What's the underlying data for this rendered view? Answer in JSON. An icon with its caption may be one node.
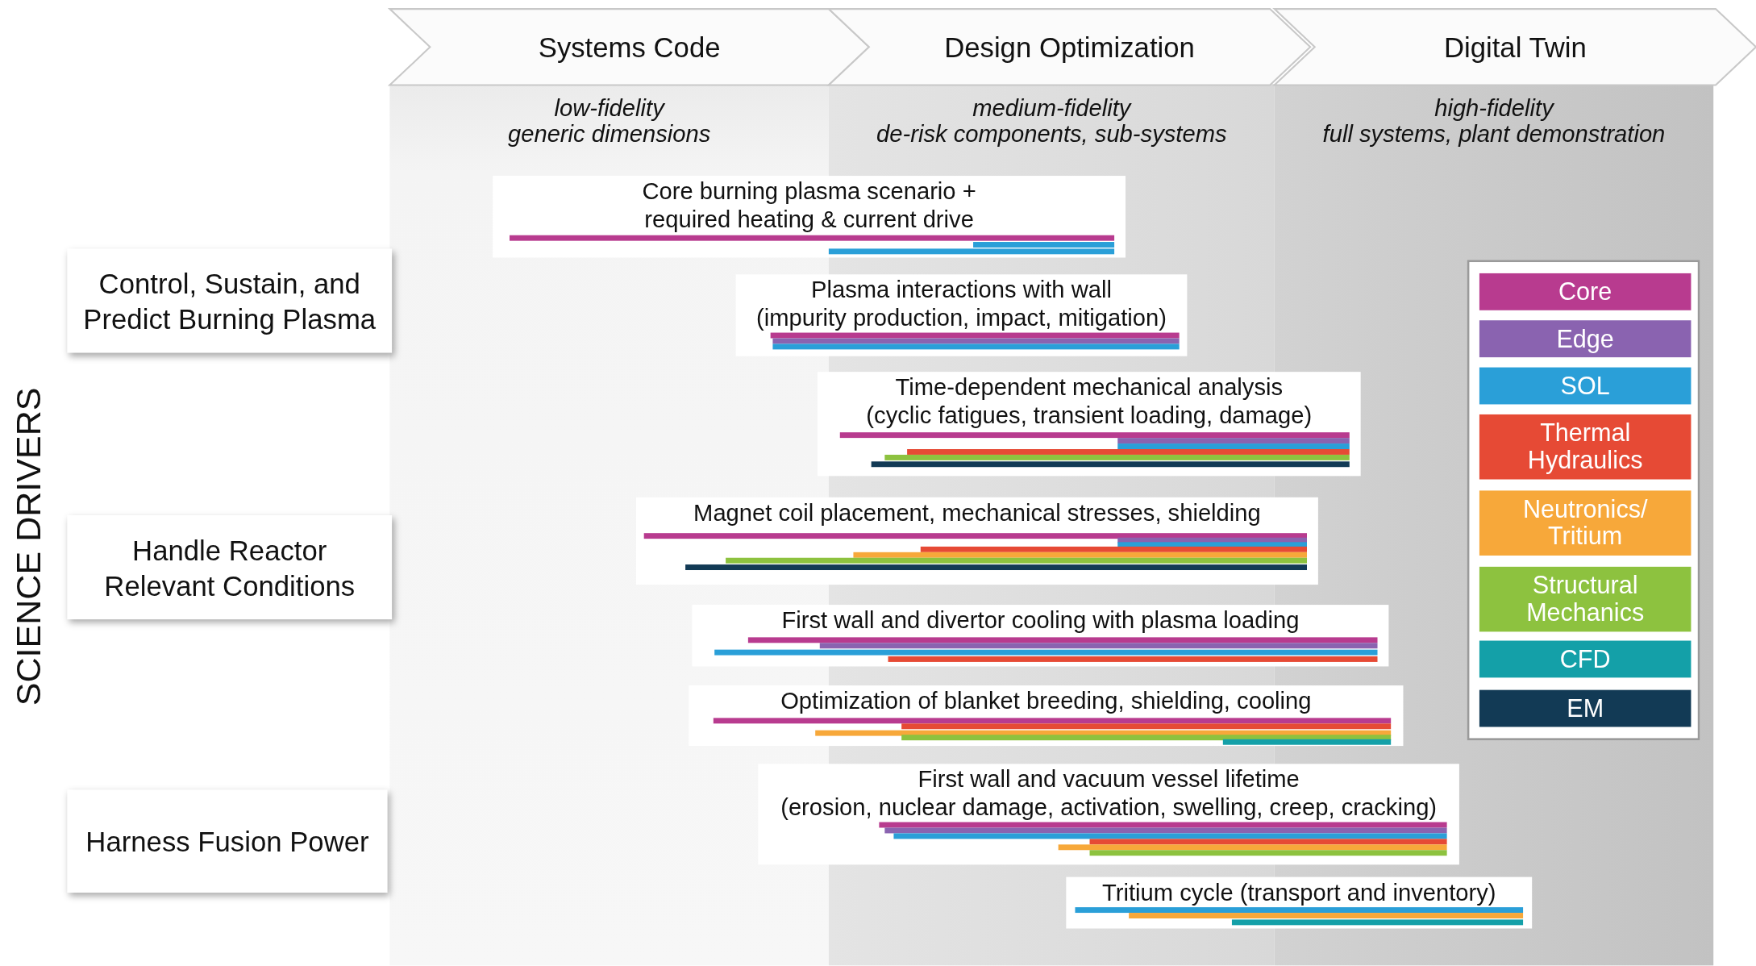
{
  "diagram": {
    "nodes": [
      {
        "text": [
          "Systems Code"
        ],
        "beside": [
          "low-fidelity",
          "generic dimensions"
        ]
      },
      {
        "text": [
          "Design Optimization"
        ],
        "beside": [
          "medium-fidelity",
          "de-risk components, sub-systems"
        ]
      },
      {
        "text": [
          "Digital Twin"
        ],
        "beside": [
          "high-fidelity",
          "full systems, plant demonstration"
        ]
      },
      {
        "text": [
          "Control, Sustain, and Predict Burning Plasma"
        ]
      },
      {
        "text": [
          "Handle Reactor Relevant Conditions"
        ]
      },
      {
        "text": [
          "Harness Fusion Power"
        ]
      },
      {
        "text": [
          "Core burning plasma scenario + required heating & current drive"
        ]
      },
      {
        "text": [
          "Plasma interactions with wall",
          "(impurity production, impact, mitigation)"
        ]
      },
      {
        "text": [
          "Time-dependent mechanical analysis",
          "(cyclic fatigues, transient loading, damage)"
        ]
      },
      {
        "text": [
          "Magnet coil placement, mechanical stresses, shielding"
        ]
      },
      {
        "text": [
          "First wall and divertor cooling with plasma loading"
        ]
      },
      {
        "text": [
          "Optimization of blanket breeding, shielding, cooling"
        ]
      },
      {
        "text": [
          "First wall and vacuum vessel lifetime",
          "(erosion, nuclear damage, activation, swelling, creep, cracking)"
        ]
      },
      {
        "text": [
          "Tritium cycle (transport and inventory)"
        ]
      }
    ],
    "labels": [
      "SCIENCE DRIVERS"
    ],
    "legend": [
      {
        "text": "Core",
        "color": "#b83b8f"
      },
      {
        "text": "Edge",
        "color": "#8a63b0"
      },
      {
        "text": "SOL",
        "color": "#2a9fd8"
      },
      {
        "text": "Thermal Hydraulics",
        "color": "#e64a35"
      },
      {
        "text": "Neutronics/ Tritium",
        "color": "#f7a83a"
      },
      {
        "text": "Structural Mechanics",
        "color": "#8dc23f"
      },
      {
        "text": "CFD",
        "color": "#14a0a8"
      },
      {
        "text": "EM",
        "color": "#123a55"
      }
    ]
  }
}
